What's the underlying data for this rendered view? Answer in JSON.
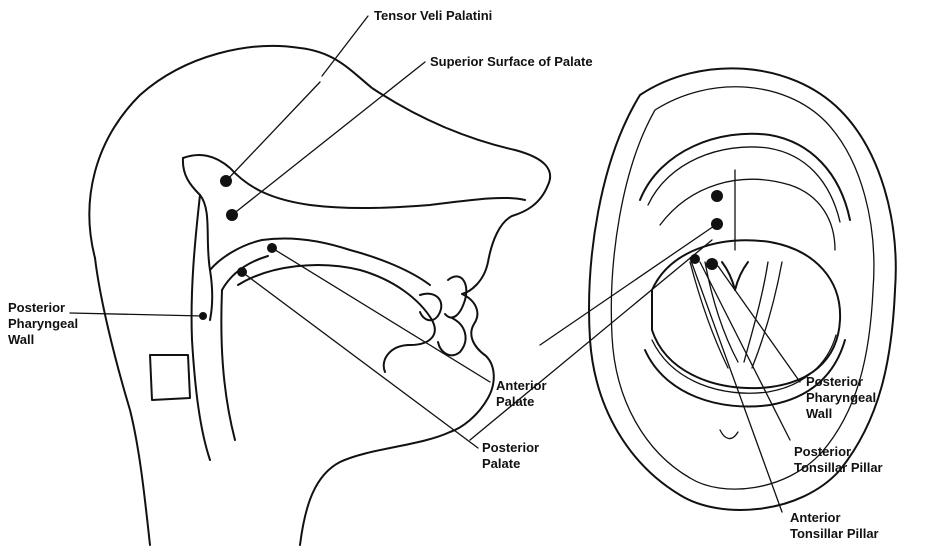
{
  "labels": {
    "tensor": "Tensor Veli Palatini",
    "superior": "Superior Surface of Palate",
    "ppw_left_1": "Posterior",
    "ppw_left_2": "Pharyngeal",
    "ppw_left_3": "Wall",
    "anterior_palate_1": "Anterior",
    "anterior_palate_2": "Palate",
    "posterior_palate_1": "Posterior",
    "posterior_palate_2": "Palate",
    "ppw_right_1": "Posterior",
    "ppw_right_2": "Pharyngeal",
    "ppw_right_3": "Wall",
    "ptp_1": "Posterior",
    "ptp_2": "Tonsillar Pillar",
    "atp_1": "Anterior",
    "atp_2": "Tonsillar Pillar"
  },
  "colors": {
    "ink": "#111111",
    "paper": "#ffffff"
  }
}
